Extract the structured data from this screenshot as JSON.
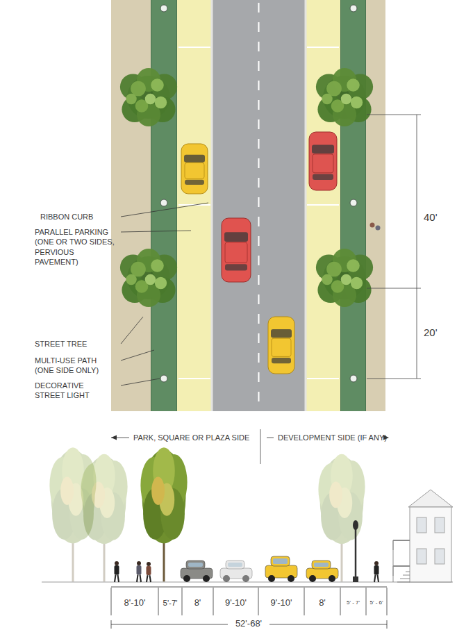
{
  "diagram": {
    "labels": [
      "RIBBON CURB",
      "PARALLEL PARKING (ONE OR TWO SIDES, PERVIOUS PAVEMENT)",
      "STREET TREE",
      "MULTI-USE PATH (ONE SIDE ONLY)",
      "DECORATIVE STREET LIGHT",
      "40'",
      "20'",
      "PARK, SQUARE OR PLAZA SIDE",
      "DEVELOPMENT SIDE (IF ANY)",
      "8'-10'",
      "5'-7'",
      "8'",
      "9'-10'",
      "9'-10'",
      "8'",
      "5' - 7'",
      "5' - 6'",
      "52'-68'"
    ]
  }
}
